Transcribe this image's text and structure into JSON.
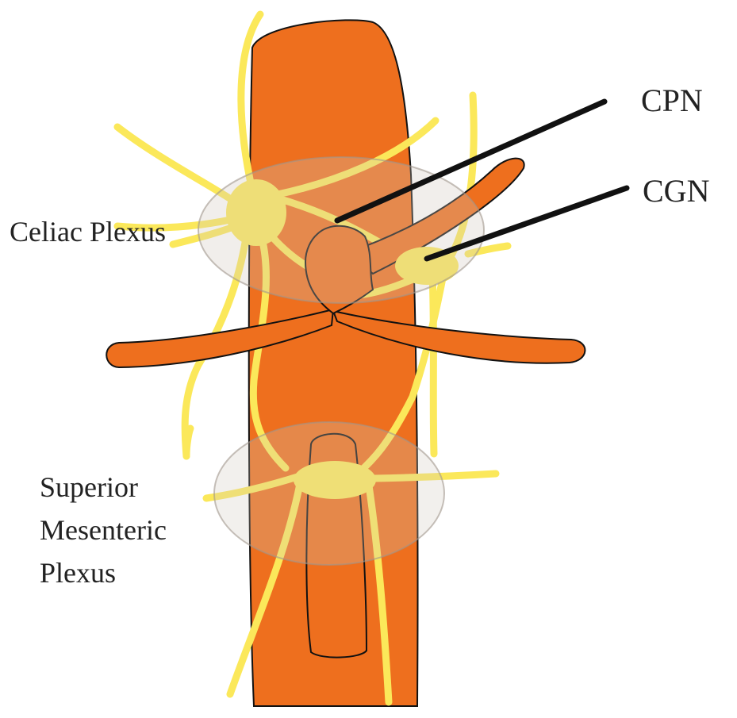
{
  "labels": {
    "cpn": "CPN",
    "cgn": "CGN",
    "celiac_plexus": "Celiac Plexus",
    "superior_mesenteric_plexus": [
      "Superior",
      "Mesenteric",
      "Plexus"
    ]
  },
  "colors": {
    "aorta": "#EE6F1E",
    "nerve": "#FBE85A",
    "ganglion": "#FBE85A",
    "plexus_halo": "rgba(210,200,190,0.28)",
    "pointer": "#111111",
    "text": "#222222"
  }
}
